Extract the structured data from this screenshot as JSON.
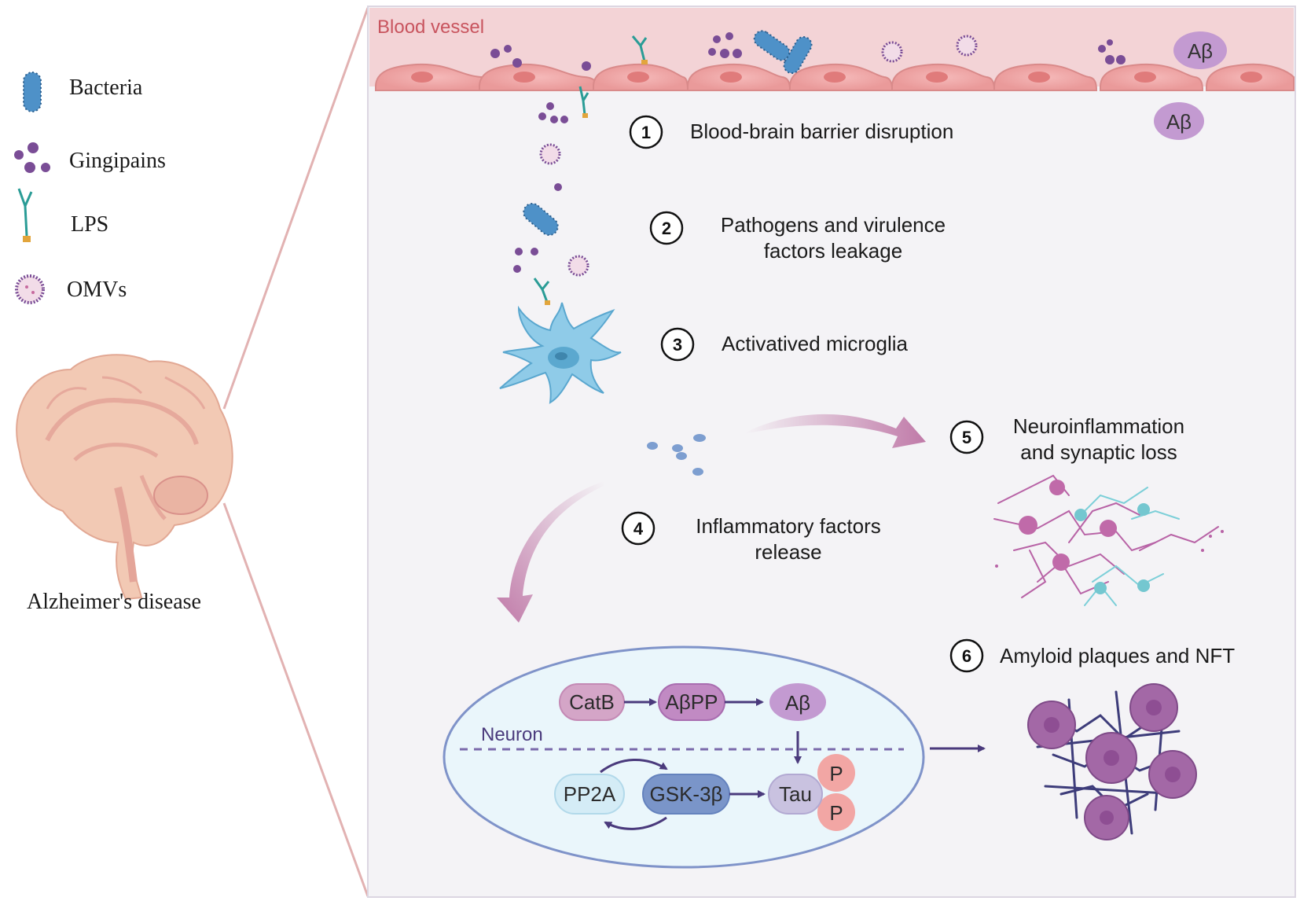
{
  "blood_vessel_label": "Blood vessel",
  "abeta_label": "Aβ",
  "legend": [
    {
      "icon": "bacteria-icon",
      "label": "Bacteria"
    },
    {
      "icon": "gingipains-icon",
      "label": "Gingipains"
    },
    {
      "icon": "lps-icon",
      "label": "LPS"
    },
    {
      "icon": "omvs-icon",
      "label": "OMVs"
    }
  ],
  "brain_label": "Alzheimer's disease",
  "steps": [
    {
      "num": "1",
      "lines": [
        "Blood-brain barrier disruption"
      ]
    },
    {
      "num": "2",
      "lines": [
        "Pathogens and virulence",
        "factors leakage"
      ]
    },
    {
      "num": "3",
      "lines": [
        "Activatived microglia"
      ]
    },
    {
      "num": "4",
      "lines": [
        "Inflammatory factors",
        "release"
      ]
    },
    {
      "num": "5",
      "lines": [
        "Neuroinflammation",
        "and synaptic loss"
      ]
    },
    {
      "num": "6",
      "lines": [
        "Amyloid plaques and NFT"
      ]
    }
  ],
  "neuron": {
    "label": "Neuron",
    "catb": "CatB",
    "abpp": "AβPP",
    "abeta": "Aβ",
    "pp2a": "PP2A",
    "gsk3b": "GSK-3β",
    "tau": "Tau",
    "p": "P"
  },
  "colors": {
    "vessel": "#f3d3d6",
    "endothelium": "#eea7a7",
    "gingipain": "#7a4d96",
    "microglia": "#8fcbe8",
    "arrow": "#c07aa8",
    "neuron_fill": "#eaf6fb",
    "neuron_stroke": "#7f93c9",
    "pathway_arrow": "#4a3a7c"
  }
}
